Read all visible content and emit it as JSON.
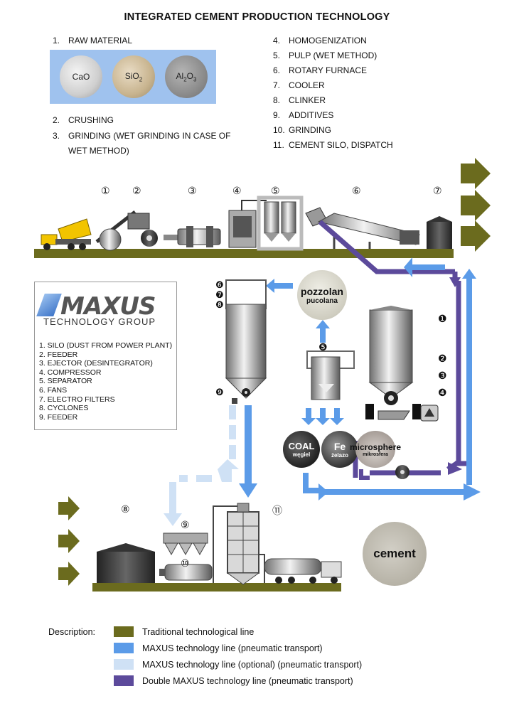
{
  "title": "INTEGRATED CEMENT PRODUCTION TECHNOLOGY",
  "steps_left": [
    {
      "n": "1.",
      "label": "RAW MATERIAL"
    },
    {
      "n": "2.",
      "label": "CRUSHING"
    },
    {
      "n": "3.",
      "label": "GRINDING (WET GRINDING IN CASE OF"
    },
    {
      "n": "",
      "label": "WET METHOD)"
    }
  ],
  "steps_right": [
    {
      "n": "4.",
      "label": "HOMOGENIZATION"
    },
    {
      "n": "5.",
      "label": "PULP (WET METHOD)"
    },
    {
      "n": "6.",
      "label": "ROTARY FURNACE"
    },
    {
      "n": "7.",
      "label": "COOLER"
    },
    {
      "n": "8.",
      "label": "CLINKER"
    },
    {
      "n": "9.",
      "label": "ADDITIVES"
    },
    {
      "n": "10.",
      "label": "GRINDING"
    },
    {
      "n": "11.",
      "label": "CEMENT SILO, DISPATCH"
    }
  ],
  "raw_materials": [
    "CaO",
    "SiO2",
    "Al2O3"
  ],
  "top_numbers": [
    "①",
    "②",
    "③",
    "④",
    "⑤",
    "⑥",
    "⑦"
  ],
  "bottom_numbers": [
    "⑧",
    "⑨",
    "⑩",
    "⑪"
  ],
  "left_silo_numbers": [
    "❻",
    "❼",
    "❽",
    "❾"
  ],
  "right_silo_numbers": [
    "❶",
    "❷",
    "❸",
    "❹",
    "❺"
  ],
  "logo": {
    "word": "MAXUS",
    "sub": "TECHNOLOGY  GROUP",
    "items": [
      "1. SILO (DUST FROM POWER PLANT)",
      "2. FEEDER",
      "3. EJECTOR (DESINTEGRATOR)",
      "4. COMPRESSOR",
      "5. SEPARATOR",
      "6. FANS",
      "7. ELECTRO FILTERS",
      "8. CYCLONES",
      "9. FEEDER"
    ]
  },
  "additives": {
    "pozzolan": {
      "title": "pozzolan",
      "sub": "pucolana"
    },
    "coal": {
      "title": "COAL",
      "sub": "węgiel"
    },
    "fe": {
      "title": "Fe",
      "sub": "żelazo"
    },
    "microsphere": {
      "title": "microsphere",
      "sub": "mikrosfera"
    },
    "cement": "cement"
  },
  "legend": {
    "heading": "Description:",
    "items": [
      {
        "color": "#6b6b1e",
        "label": "Traditional technological line"
      },
      {
        "color": "#5b9be8",
        "label": "MAXUS technology line (pneumatic transport)"
      },
      {
        "color": "#cfe1f5",
        "label": "MAXUS technology line (optional) (pneumatic transport)"
      },
      {
        "color": "#5c4a9b",
        "label": "Double MAXUS technology line (pneumatic transport)"
      }
    ]
  },
  "colors": {
    "traditional": "#6b6b1e",
    "maxus": "#5b9be8",
    "optional": "#cfe1f5",
    "double": "#5c4a9b"
  }
}
